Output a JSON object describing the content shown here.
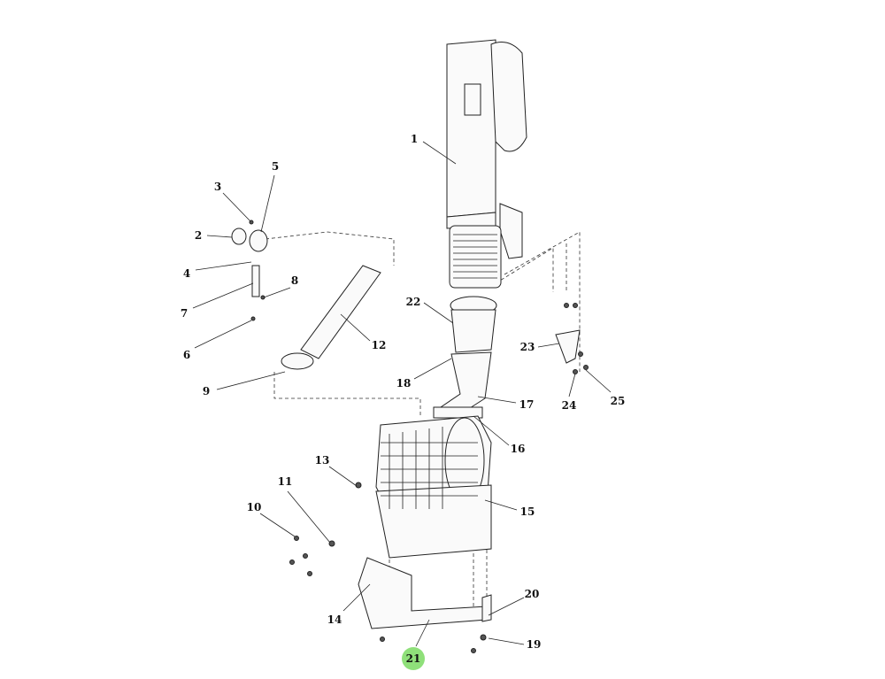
{
  "diagram": {
    "highlight_color": "#8fe07a",
    "highlighted_callout": "21",
    "callouts": [
      "1",
      "2",
      "3",
      "4",
      "5",
      "6",
      "7",
      "8",
      "9",
      "10",
      "11",
      "12",
      "13",
      "14",
      "15",
      "16",
      "17",
      "18",
      "19",
      "20",
      "21",
      "22",
      "23",
      "24",
      "25"
    ]
  }
}
